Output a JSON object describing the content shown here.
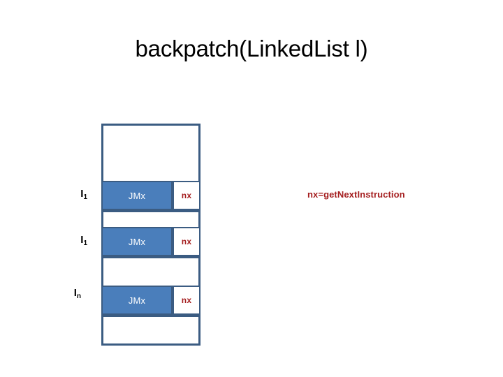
{
  "slide": {
    "title": "backpatch(LinkedList l)",
    "background_color": "#FFFFFF"
  },
  "colors": {
    "cell_fill_blue": "#4A7EBB",
    "border_blue": "#3B5C82",
    "annotation_red": "#A51F20",
    "cell_text_white": "#FFFFFF",
    "title_black": "#000000"
  },
  "instruction_list": {
    "rows": [
      {
        "type": "empty",
        "label": "",
        "label_sub": "",
        "op": "",
        "operand": ""
      },
      {
        "type": "instr",
        "label": "I",
        "label_sub": "1",
        "op": "JMx",
        "operand": "nx"
      },
      {
        "type": "empty",
        "label": "",
        "label_sub": "",
        "op": "",
        "operand": ""
      },
      {
        "type": "instr",
        "label": "I",
        "label_sub": "1",
        "op": "JMx",
        "operand": "nx"
      },
      {
        "type": "empty",
        "label": "",
        "label_sub": "",
        "op": "",
        "operand": ""
      },
      {
        "type": "instr",
        "label": "I",
        "label_sub": "n",
        "op": "JMx",
        "operand": "nx"
      },
      {
        "type": "empty",
        "label": "",
        "label_sub": "",
        "op": "",
        "operand": ""
      }
    ]
  },
  "annotation": {
    "text": "nx=getNextInstruction"
  }
}
